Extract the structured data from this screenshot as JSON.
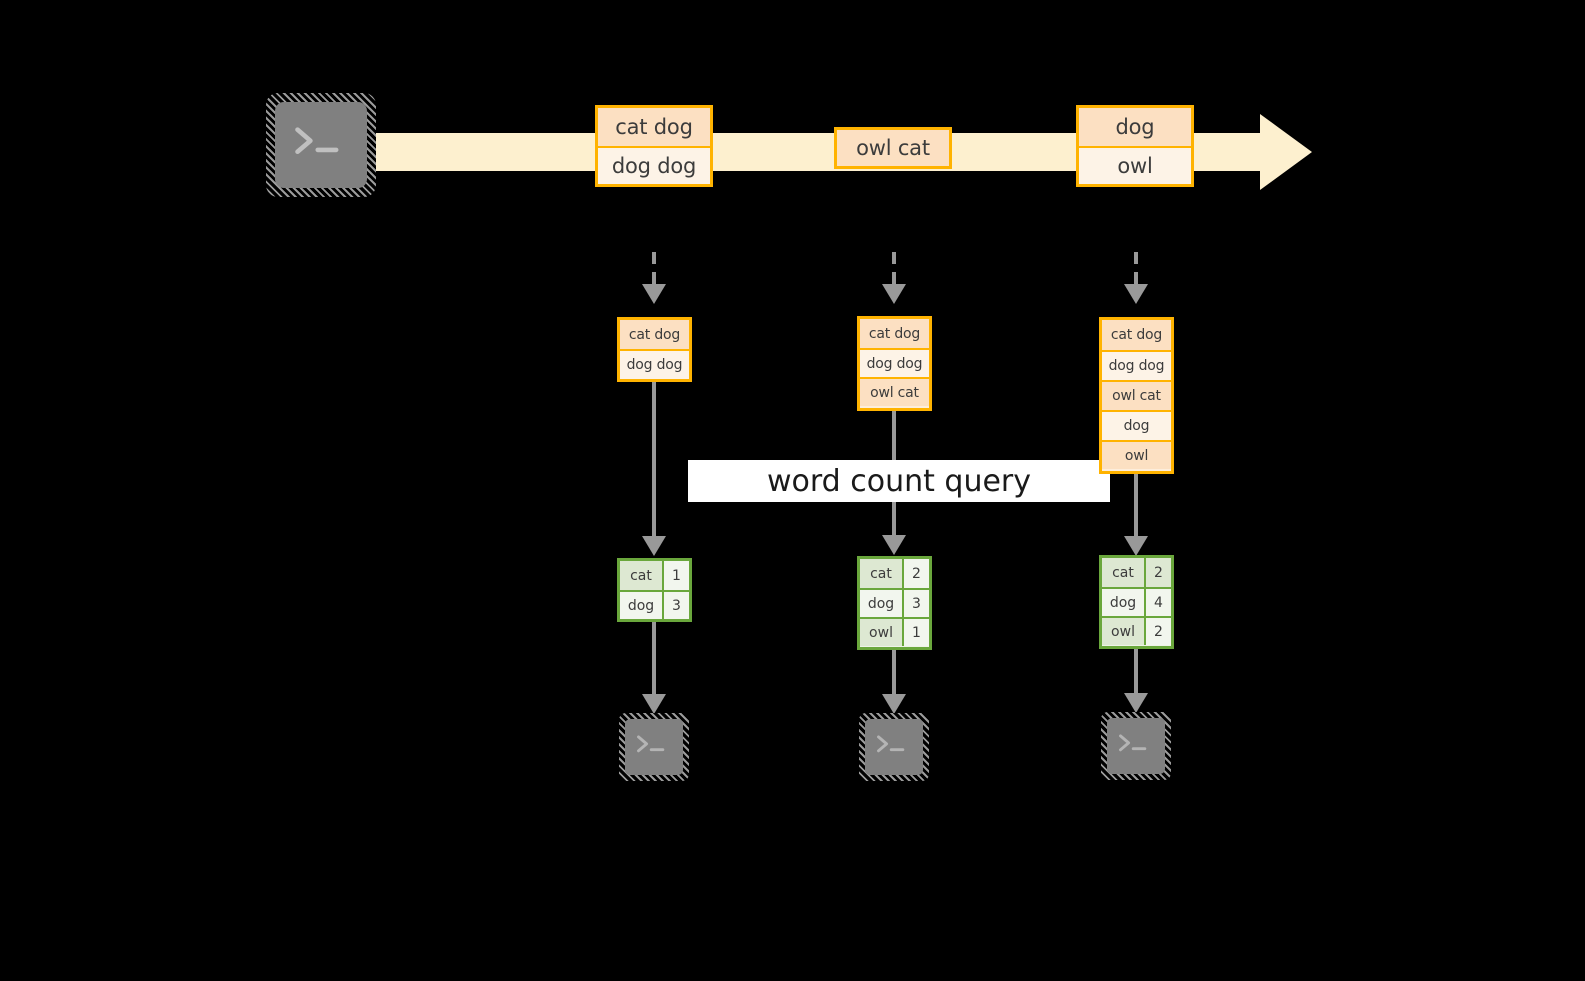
{
  "colors": {
    "background": "#000000",
    "stream_arrow_fill": "#fdf0cf",
    "log_border": "#ffb300",
    "log_fill_dark": "#fce0c2",
    "log_fill_light": "#fdf3e7",
    "result_border": "#6aa73c",
    "result_fill_dark": "#dde8d2",
    "result_fill_light": "#f2f6ee",
    "connector": "#999999",
    "terminal_body": "#808080",
    "banner_fill": "#ffffff",
    "text": "#3c3c3c"
  },
  "stream": {
    "source_icon": "terminal-icon",
    "arrow_direction": "right",
    "events": [
      {
        "id": "event-1",
        "lines": [
          "cat dog",
          "dog dog"
        ]
      },
      {
        "id": "event-2",
        "lines": [
          "owl cat"
        ]
      },
      {
        "id": "event-3",
        "lines": [
          "dog",
          "owl"
        ]
      }
    ]
  },
  "banner": {
    "label": "word count query"
  },
  "snapshots": [
    {
      "id": "snapshot-1",
      "input_icon": "terminal-icon",
      "log": [
        "cat dog",
        "dog dog"
      ],
      "result": {
        "rows": [
          {
            "word": "cat",
            "count": "1"
          },
          {
            "word": "dog",
            "count": "3"
          }
        ]
      }
    },
    {
      "id": "snapshot-2",
      "input_icon": "terminal-icon",
      "log": [
        "cat dog",
        "dog dog",
        "owl cat"
      ],
      "result": {
        "rows": [
          {
            "word": "cat",
            "count": "2"
          },
          {
            "word": "dog",
            "count": "3"
          },
          {
            "word": "owl",
            "count": "1"
          }
        ]
      }
    },
    {
      "id": "snapshot-3",
      "input_icon": "terminal-icon",
      "log": [
        "cat dog",
        "dog dog",
        "owl cat",
        "dog",
        "owl"
      ],
      "result": {
        "rows": [
          {
            "word": "cat",
            "count": "2"
          },
          {
            "word": "dog",
            "count": "4"
          },
          {
            "word": "owl",
            "count": "2"
          }
        ]
      }
    }
  ]
}
